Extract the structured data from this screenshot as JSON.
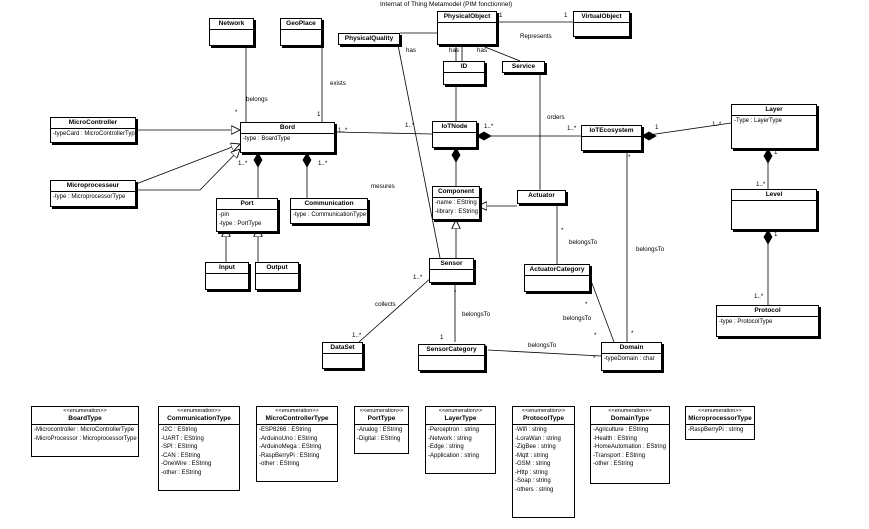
{
  "title": "Internat of Thing Metamodel (PIM fonctionnel)",
  "classes": {
    "network": {
      "name": "Network"
    },
    "geoplace": {
      "name": "GeoPlace"
    },
    "physicalquality": {
      "name": "PhysicalQuality"
    },
    "physicalobject": {
      "name": "PhysicalObject"
    },
    "virtualobject": {
      "name": "VirtualObject"
    },
    "id": {
      "name": "ID"
    },
    "service": {
      "name": "Service"
    },
    "microcontroller": {
      "name": "MicroController",
      "attrs": [
        "-typeCard : MicroControllerType"
      ]
    },
    "bord": {
      "name": "Bord",
      "attrs": [
        "-type : BoardType"
      ]
    },
    "iotnode": {
      "name": "IoTNode"
    },
    "iotecosystem": {
      "name": "IoTEcosystem"
    },
    "layer": {
      "name": "Layer",
      "attrs": [
        "-Type : LayerType"
      ]
    },
    "microprocesseur": {
      "name": "Microprocesseur",
      "attrs": [
        "-type : MicroprocessorType"
      ]
    },
    "port": {
      "name": "Port",
      "attrs": [
        "-pin",
        "-type : PortType"
      ]
    },
    "communication": {
      "name": "Communication",
      "attrs": [
        "-type : CommunicationType"
      ]
    },
    "component": {
      "name": "Component",
      "attrs": [
        "-name : EString",
        "-library : EString"
      ]
    },
    "actuator": {
      "name": "Actuator"
    },
    "level": {
      "name": "Level"
    },
    "input": {
      "name": "Input"
    },
    "output": {
      "name": "Output"
    },
    "sensor": {
      "name": "Sensor"
    },
    "actuatorcategory": {
      "name": "ActuatorCategory"
    },
    "protocol": {
      "name": "Protocol",
      "attrs": [
        "-type : ProtocolType"
      ]
    },
    "dataset": {
      "name": "DataSet"
    },
    "sensorcategory": {
      "name": "SensorCategory"
    },
    "domain": {
      "name": "Domain",
      "attrs": [
        "-typeDomain : char"
      ]
    }
  },
  "enumerations": {
    "stereotype": "<<enumeration>>",
    "stereotype_alt": "<<enumeration>>",
    "boardtype": {
      "name": "BoardType",
      "values": [
        "-Microcontroller : MicroControllerType",
        "-MicroProcessor : MicroprocessorType"
      ]
    },
    "communicationtype": {
      "name": "CommunicationType",
      "values": [
        "-I2C : EString",
        "-UART : EString",
        "-SPI : EString",
        "-CAN : EString",
        "-OneWire : EString",
        "-other : EString"
      ]
    },
    "microcontrollertype": {
      "name": "MicroControllerType",
      "stereotype": "<<enumeration>>",
      "values": [
        "-ESP8266 : EString",
        "-ArduinoUno : EString",
        "-ArduinoMega : EString",
        "-RaspBerryPi : EString",
        "-other : EString"
      ]
    },
    "porttype": {
      "name": "PortType",
      "values": [
        "-Analog : EString",
        "-Digital : EString"
      ]
    },
    "layertype": {
      "name": "LayerType",
      "values": [
        "-Perceptron : string",
        "-Network : string",
        "-Edge : string",
        "-Application : string"
      ]
    },
    "protocoltype": {
      "name": "ProtocolType",
      "values": [
        "-Wifi : string",
        "-LoraWan : string",
        "-ZigBee : string",
        "-Mqtt : string",
        "-GSM : string",
        "-Http : string",
        "-Soap : string",
        "-others : string"
      ]
    },
    "domaintype": {
      "name": "DomainType",
      "values": [
        "-Agriculture : EString",
        "-Health : EString",
        "-HomeAutomation : EString",
        "-Transport : EString",
        "-other : EString"
      ]
    },
    "microprocessortype": {
      "name": "MicroprocessorType",
      "values": [
        "-RaspBerryPi : string"
      ]
    }
  },
  "relations": {
    "has1": "has",
    "has2": "has",
    "has3": "has",
    "represents": "Represents",
    "belongs": "belongs",
    "exists": "exists",
    "orders": "orders",
    "mesures": "mesures",
    "belongsTo_act": "belongsTo",
    "belongsTo_eco": "belongsTo",
    "belongsTo_sens": "belongsTo",
    "belongsTo_actdom": "belongsTo",
    "belongsTo_sensdom": "belongsTo",
    "collects": "collects"
  },
  "multiplicities": {
    "m1": "1",
    "m1b": "1",
    "m2": "*",
    "m3": "1",
    "m4": "1..*",
    "m5": "1..*",
    "m6": "1..*",
    "m7": "1..*",
    "m8": "1",
    "m9": "1..*",
    "m10": "1",
    "m11": "1..*",
    "m12": "1..*",
    "m13": "*",
    "m14": "1",
    "m15": "1..*",
    "m16": "1",
    "m17": "1..*",
    "m18": "*",
    "m19": "*",
    "m20": "*",
    "m21": "1..*",
    "m22": "1",
    "m23": "*",
    "m24": "*",
    "m25": "*",
    "m26": "*",
    "m27": "1",
    "m28": "*"
  }
}
